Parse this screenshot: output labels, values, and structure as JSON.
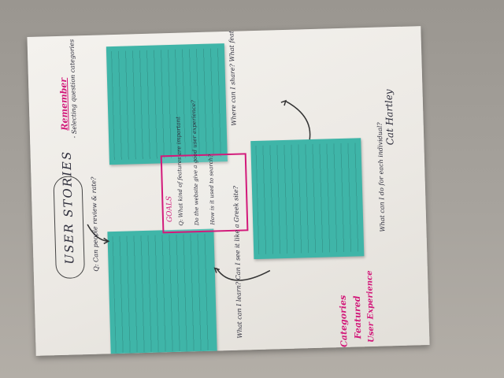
{
  "poster": {
    "title": "USER STORIES",
    "left_questions": [
      "Q: Can people review & rate?"
    ],
    "remember_heading": "Remember",
    "remember_note": "- Selecting question categories",
    "callout_heading": "GOALS",
    "callout_lines": [
      "Q: What kind of features are important",
      "Do the website give a good user experience?",
      "How is it used to search?"
    ],
    "arrow_q_bottom_left": "What can I learn? Can I see it like a Greek site?",
    "arrow_q_top_right": "Where can I share? What features are out there?",
    "arrow_q_right_bottom": "What can I do for each individual?",
    "bottom_labels": [
      "Categories",
      "Featured",
      "User Experience"
    ],
    "signature": "Cat Hartley"
  }
}
